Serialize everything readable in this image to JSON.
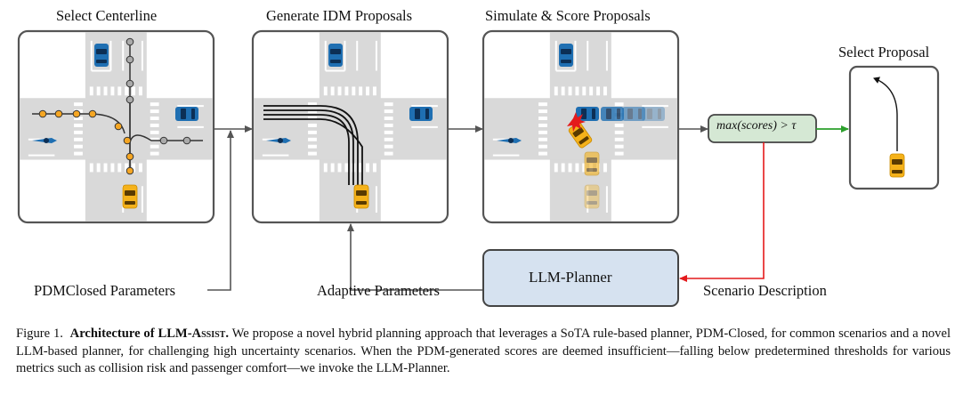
{
  "stages": {
    "select_centerline": "Select Centerline",
    "generate_idm": "Generate IDM Proposals",
    "simulate_score": "Simulate & Score Proposals",
    "select_proposal": "Select Proposal"
  },
  "decision": {
    "text": "max(scores) > τ"
  },
  "planner": {
    "label": "LLM-Planner"
  },
  "inputs": {
    "pdm_params": "PDMClosed Parameters",
    "adaptive_params": "Adaptive Parameters",
    "scenario_description": "Scenario Description"
  },
  "caption": {
    "prefix": "Figure 1.",
    "title_main": "Architecture of LLM-A",
    "title_sc": "ssist",
    "title_end": ".",
    "body": " We propose a novel hybrid planning approach that leverages a SoTA rule-based planner, PDM-Closed, for common scenarios and a novel LLM-based planner, for challenging high uncertainty scenarios. When the PDM-generated scores are deemed insufficient—falling below predetermined thresholds for various metrics such as collision risk and passenger comfort—we invoke the LLM-Planner."
  },
  "colors": {
    "road": "#d9d9d9",
    "panel_border": "#555555",
    "ego_car": "#f5b21a",
    "blue_car": "#1f6fb2",
    "node_orange": "#f5a623",
    "decision_fill": "#d5e8d4",
    "planner_fill": "#d6e2f0",
    "arrow_green": "#2ca02c",
    "arrow_red": "#e41a1c",
    "collision_red": "#e41a1c"
  }
}
